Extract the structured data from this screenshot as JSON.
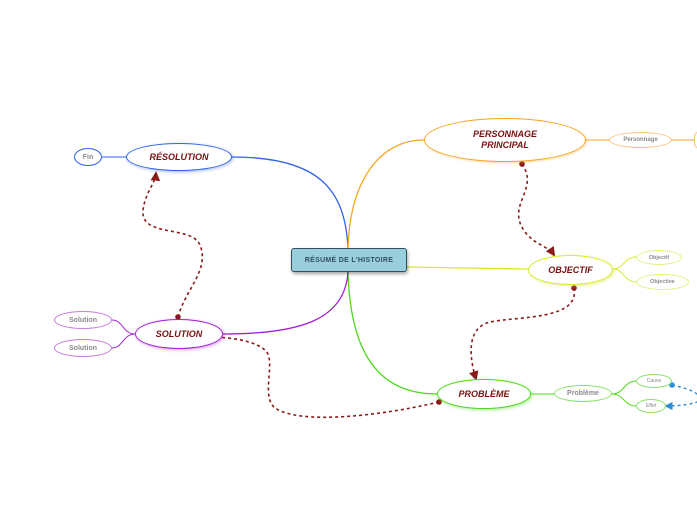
{
  "center": {
    "label": "RÉSUMÉ DE L'HISTOIRE"
  },
  "branches": {
    "personnage": {
      "label": "PERSONNAGE PRINCIPAL",
      "color": "#f5a623",
      "children": [
        "Personnage"
      ]
    },
    "objectif": {
      "label": "OBJECTIF",
      "color": "#d9ea2e",
      "children": [
        "Objectif",
        "Objective"
      ]
    },
    "probleme": {
      "label": "PROBLÈME",
      "color": "#4cd917",
      "children": [
        "Problème"
      ],
      "grandchildren": [
        "Cause",
        "Effet"
      ]
    },
    "solution": {
      "label": "SOLUTION",
      "color": "#a21fd6",
      "children": [
        "Solution",
        "Solution"
      ]
    },
    "resolution": {
      "label": "RÉSOLUTION",
      "color": "#2f62e8",
      "children": [
        "Fin"
      ]
    }
  },
  "colors": {
    "relationship": "#8b1a1a",
    "cause_effect_link": "#2f8fd6",
    "center_fill": "#99cfdc",
    "label_text": "#7a1010"
  }
}
